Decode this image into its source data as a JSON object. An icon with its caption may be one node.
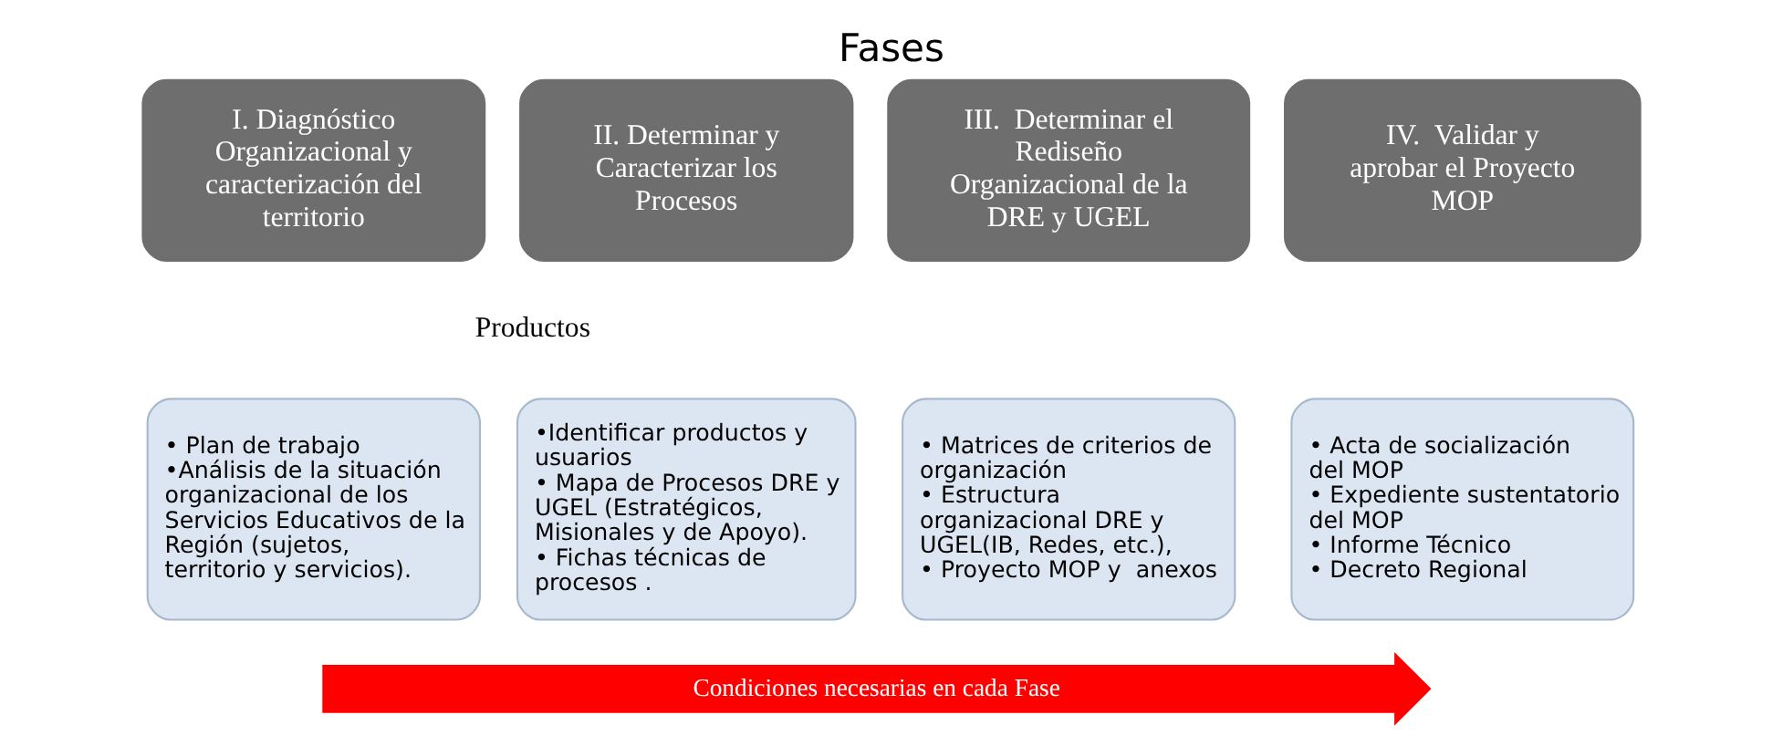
{
  "diagram": {
    "title": "Fases",
    "nodes": [
      {
        "text": [
          "I. Diagnóstico Organizacional y caracterización del territorio"
        ]
      },
      {
        "text": [
          "II. Determinar y Caracterizar los Procesos"
        ]
      },
      {
        "text": [
          "III.  Determinar el Rediseño Organizacional de la DRE y UGEL"
        ]
      },
      {
        "text": [
          "IV.  Validar y aprobar el Proyecto MOP"
        ]
      },
      {
        "text": [
          "• Plan de trabajo",
          "•Análisis de la situación organizacional de los Servicios Educativos de la Región (sujetos, territorio y servicios)."
        ]
      },
      {
        "text": [
          "•Identificar productos y usuarios",
          "• Mapa de Procesos DRE y UGEL (Estratégicos, Misionales y de Apoyo).",
          "• Fichas técnicas de procesos ."
        ]
      },
      {
        "text": [
          "• Matrices de criterios de organización",
          "• Estructura organizacional DRE y UGEL(IB, Redes, etc.),",
          "• Proyecto MOP y  anexos"
        ]
      },
      {
        "text": [
          "• Acta de socialización del MOP",
          "• Expediente sustentatorio del MOP",
          "• Informe Técnico",
          "• Decreto Regional"
        ]
      },
      {
        "text": [
          "Condiciones necesarias en cada Fase"
        ]
      }
    ],
    "edges": [],
    "labels": [
      "Productos"
    ]
  }
}
